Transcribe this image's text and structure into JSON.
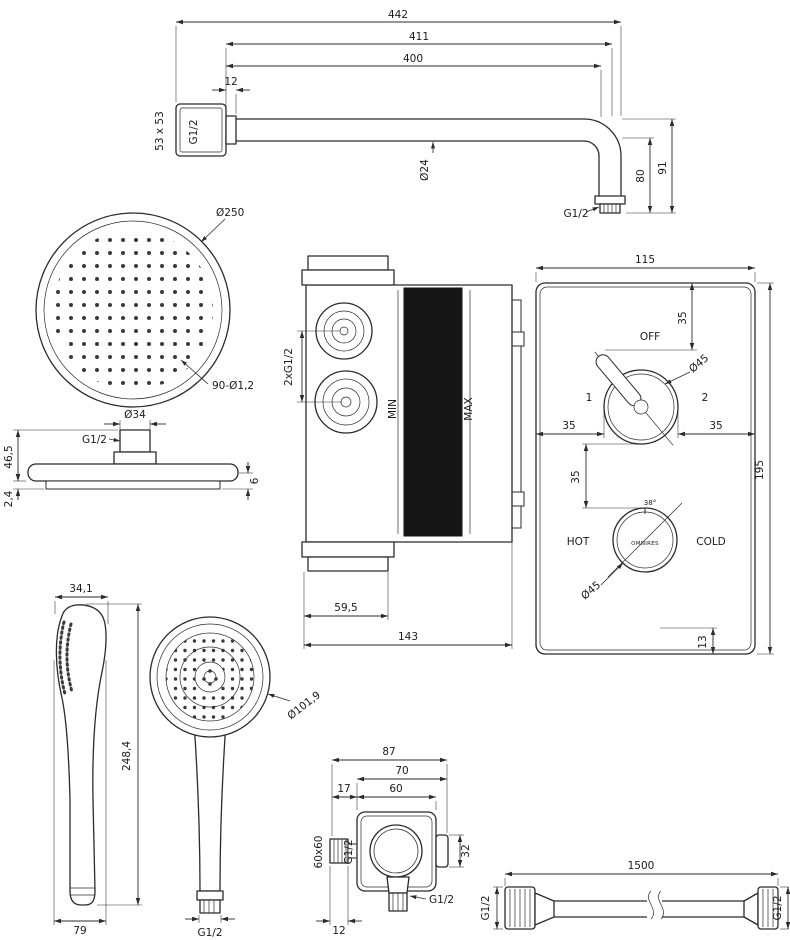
{
  "colors": {
    "line": "#2b2b2b",
    "dark_fill": "#161616",
    "background": "#ffffff"
  },
  "arm": {
    "d442": "442",
    "d411": "411",
    "d400": "400",
    "d12": "12",
    "plate_size": "53 x 53",
    "plate_thread": "G1/2",
    "tube_dia": "Ø24",
    "d80": "80",
    "d91": "91",
    "outlet_thread": "G1/2"
  },
  "head": {
    "dia": "Ø250",
    "nozzles": "90-Ø1,2",
    "conn_dia": "Ø34",
    "conn_thread": "G1/2",
    "d465": "46,5",
    "d24": "2,4",
    "d6": "6"
  },
  "mixer": {
    "inlets": "2xG1/2",
    "min": "MIN",
    "max": "MAX",
    "d595": "59,5",
    "d143": "143"
  },
  "panel": {
    "d115": "115",
    "d195": "195",
    "off": "OFF",
    "knob_dia_top": "Ø45",
    "pos1": "1",
    "pos2": "2",
    "d35_top": "35",
    "d35_left": "35",
    "d35_right": "35",
    "d35_mid": "35",
    "hot": "HOT",
    "cold": "COLD",
    "temp": "38°",
    "brand": "OMNIRES",
    "knob_dia_bottom": "Ø45",
    "d13": "13"
  },
  "hand_shower": {
    "d341": "34,1",
    "d2484": "248,4",
    "d79": "79",
    "dia": "Ø101,9",
    "thread": "G1/2"
  },
  "outlet_elbow": {
    "d87": "87",
    "d70": "70",
    "d60": "60",
    "d17": "17",
    "plate_size": "60x60",
    "inlet_thread": "G1/2",
    "d32": "32",
    "outlet_thread": "G1/2",
    "d12": "12"
  },
  "hose": {
    "d1500": "1500",
    "thread_left": "G1/2",
    "thread_right": "G1/2"
  }
}
